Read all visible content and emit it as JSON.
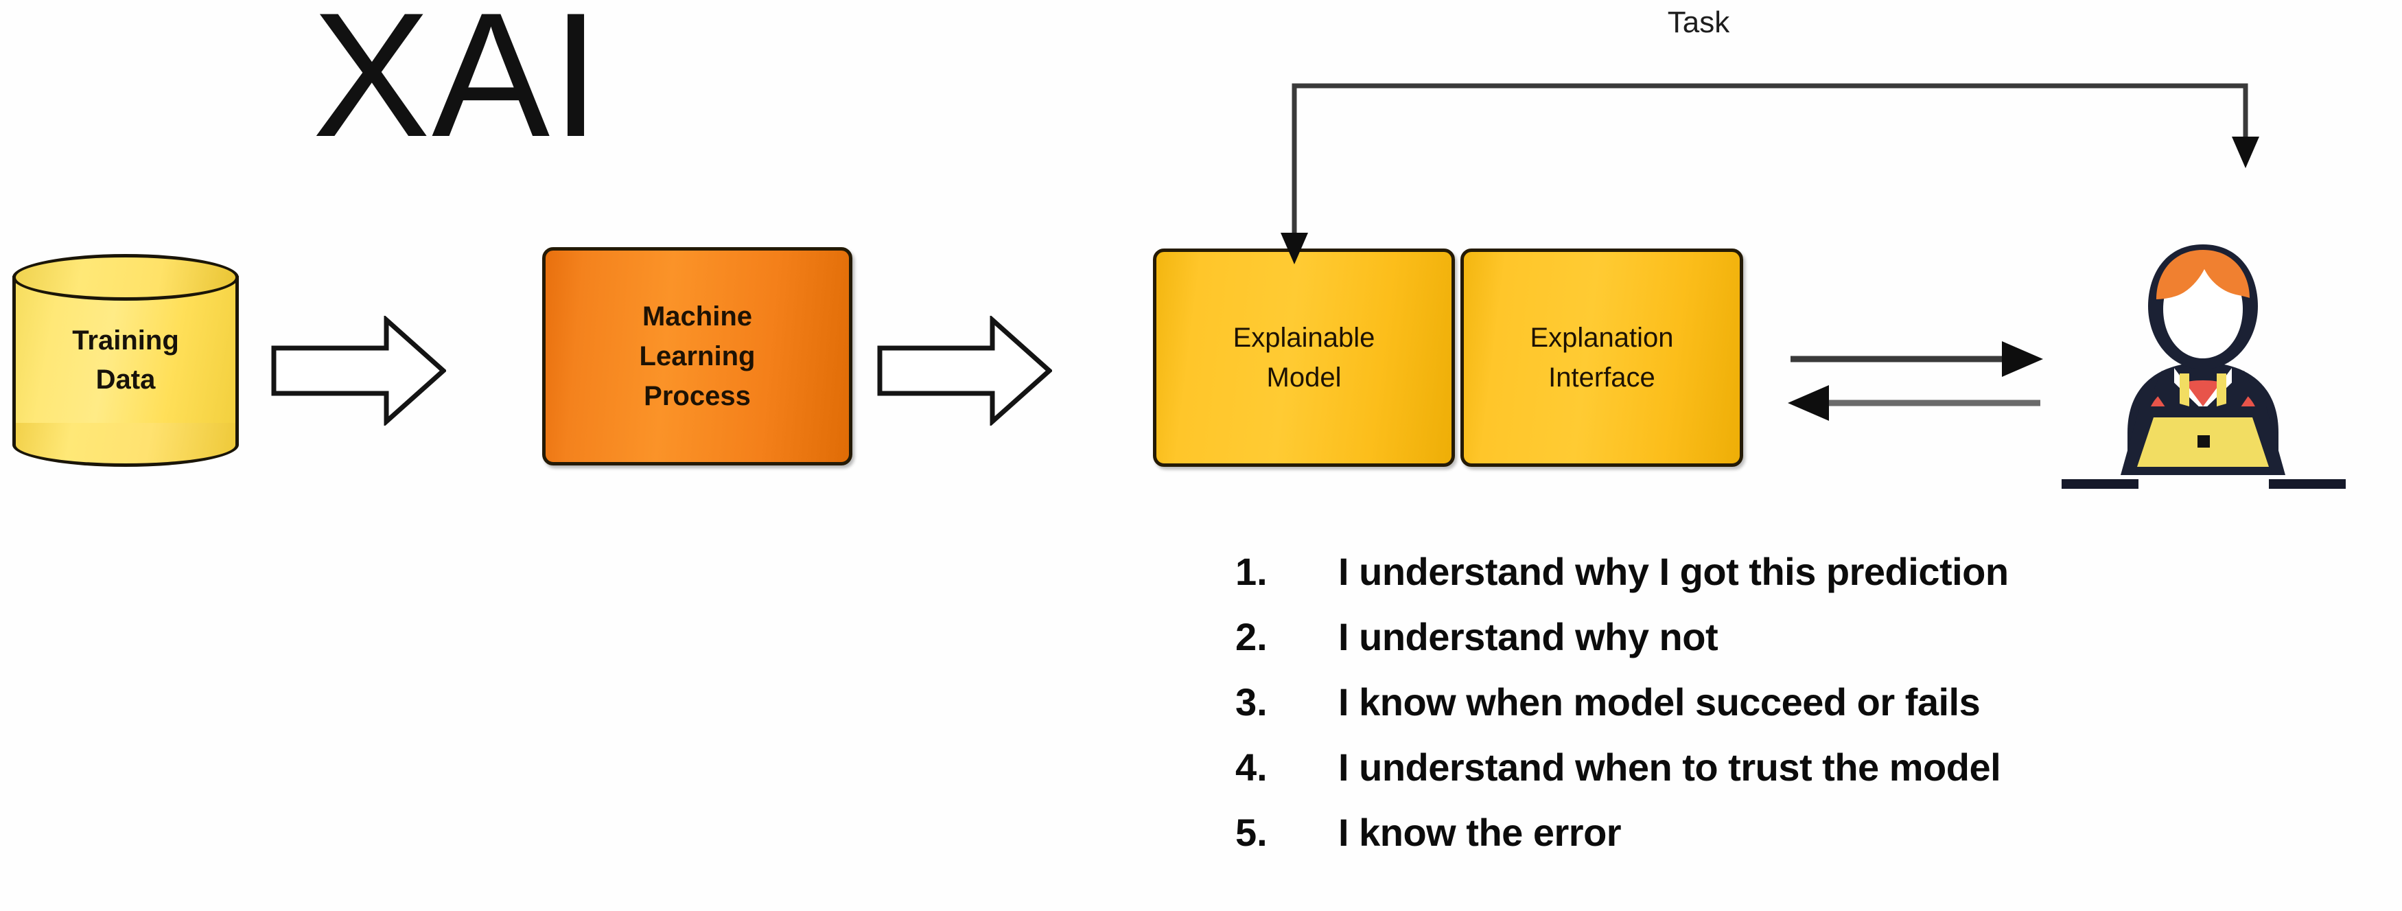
{
  "title": "XAI",
  "nodes": {
    "training_data": {
      "line1": "Training",
      "line2": "Data"
    },
    "ml_process": {
      "line1": "Machine",
      "line2": "Learning",
      "line3": "Process"
    },
    "explainable_model": {
      "line1": "Explainable",
      "line2": "Model"
    },
    "explanation_interface": {
      "line1": "Explanation",
      "line2": "Interface"
    }
  },
  "edges": {
    "task_label": "Task"
  },
  "benefits": [
    {
      "num": "1.",
      "text": "I understand why I got this prediction"
    },
    {
      "num": "2.",
      "text": "I understand why not"
    },
    {
      "num": "3.",
      "text": "I know when model succeed or fails"
    },
    {
      "num": "4.",
      "text": "I understand when to trust the model"
    },
    {
      "num": "5.",
      "text": "I know the error"
    }
  ],
  "colors": {
    "cylinder_fill": "#ffe877",
    "ml_box_fill": "#f4821d",
    "gold_box_fill": "#ffc62a",
    "outline": "#241a06",
    "arrow_stroke": "#3a3a3a",
    "person_outline": "#1b2134",
    "person_hair": "#f08030",
    "person_accent": "#e8544a",
    "laptop_screen": "#f2dd62",
    "text": "#0c0c0c"
  },
  "icons": {
    "database_cylinder": "database-cylinder-icon",
    "block_arrow": "block-arrow-right-icon",
    "task_bracket": "task-bracket-arrow-icon",
    "bidirectional": "bidirectional-arrow-icon",
    "person_laptop": "person-at-laptop-icon"
  }
}
